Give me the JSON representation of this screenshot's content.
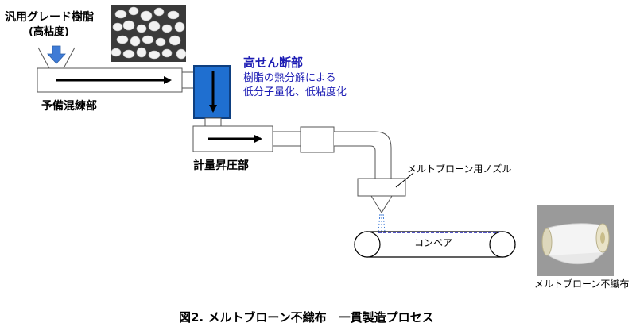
{
  "labels": {
    "resin_title": "汎用グレード樹脂",
    "resin_sub": "(高粘度)",
    "premix": "予備混練部",
    "high_shear": "高せん断部",
    "high_shear_desc1": "樹脂の熱分解による",
    "high_shear_desc2": "低分子量化、低粘度化",
    "metering": "計量昇圧部",
    "nozzle": "メルトブローン用ノズル",
    "conveyor": "コンベア",
    "product": "メルトブローン不織布",
    "figure_caption": "図2. メルトブローン不織布　一貫製造プロセス"
  },
  "colors": {
    "accent_blue": "#1c1cb4",
    "shear_box": "#1f6fd0",
    "feed_arrow": "#3f7bd6"
  },
  "icons": {
    "feed": "down-arrow-icon",
    "flow": "right-arrow-icon"
  }
}
